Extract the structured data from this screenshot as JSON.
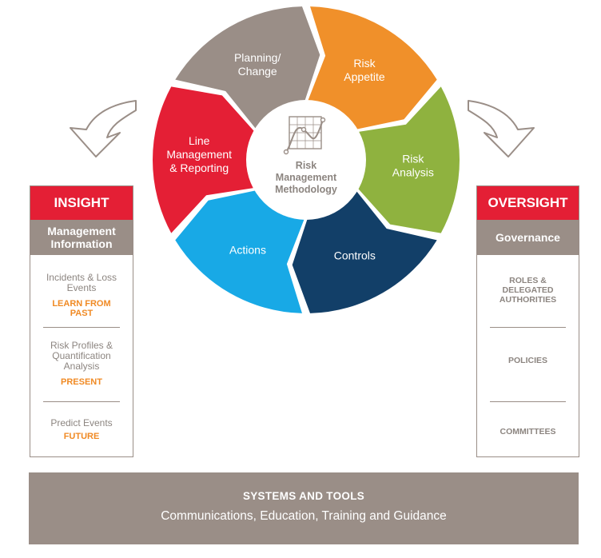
{
  "cycle": {
    "center": [
      "Risk",
      "Management",
      "Methodology"
    ],
    "segments": [
      {
        "id": "planning",
        "lines": [
          "Planning/",
          "Change"
        ],
        "color": "#9a8e87"
      },
      {
        "id": "risk-appetite",
        "lines": [
          "Risk",
          "Appetite"
        ],
        "color": "#f0902a"
      },
      {
        "id": "risk-analysis",
        "lines": [
          "Risk",
          "Analysis"
        ],
        "color": "#8fb23f"
      },
      {
        "id": "controls",
        "lines": [
          "Controls"
        ],
        "color": "#123f68"
      },
      {
        "id": "actions",
        "lines": [
          "Actions"
        ],
        "color": "#18a9e6"
      },
      {
        "id": "line-management",
        "lines": [
          "Line",
          "Management",
          "& Reporting"
        ],
        "color": "#e41f35"
      }
    ]
  },
  "insight": {
    "title": "INSIGHT",
    "subtitle_l1": "Management",
    "subtitle_l2": "Information",
    "items": [
      {
        "l1": "Incidents & Loss",
        "l2": "Events",
        "t1": "LEARN FROM",
        "t2": "PAST"
      },
      {
        "l1": "Risk Profiles &",
        "l2": "Quantification",
        "l3": "Analysis",
        "t1": "PRESENT"
      },
      {
        "l1": "Predict Events",
        "t1": "FUTURE"
      }
    ]
  },
  "oversight": {
    "title": "OVERSIGHT",
    "subtitle": "Governance",
    "items": [
      {
        "l1": "ROLES &",
        "l2": "DELEGATED",
        "l3": "AUTHORITIES"
      },
      {
        "l1": "POLICIES"
      },
      {
        "l1": "COMMITTEES"
      }
    ]
  },
  "footer": {
    "title": "SYSTEMS AND TOOLS",
    "subtitle": "Communications, Education, Training and Guidance"
  },
  "colors": {
    "red": "#e41f35",
    "grey": "#9a8e87",
    "orange": "#f0902a",
    "green": "#8fb23f",
    "navy": "#123f68",
    "blue": "#18a9e6"
  }
}
